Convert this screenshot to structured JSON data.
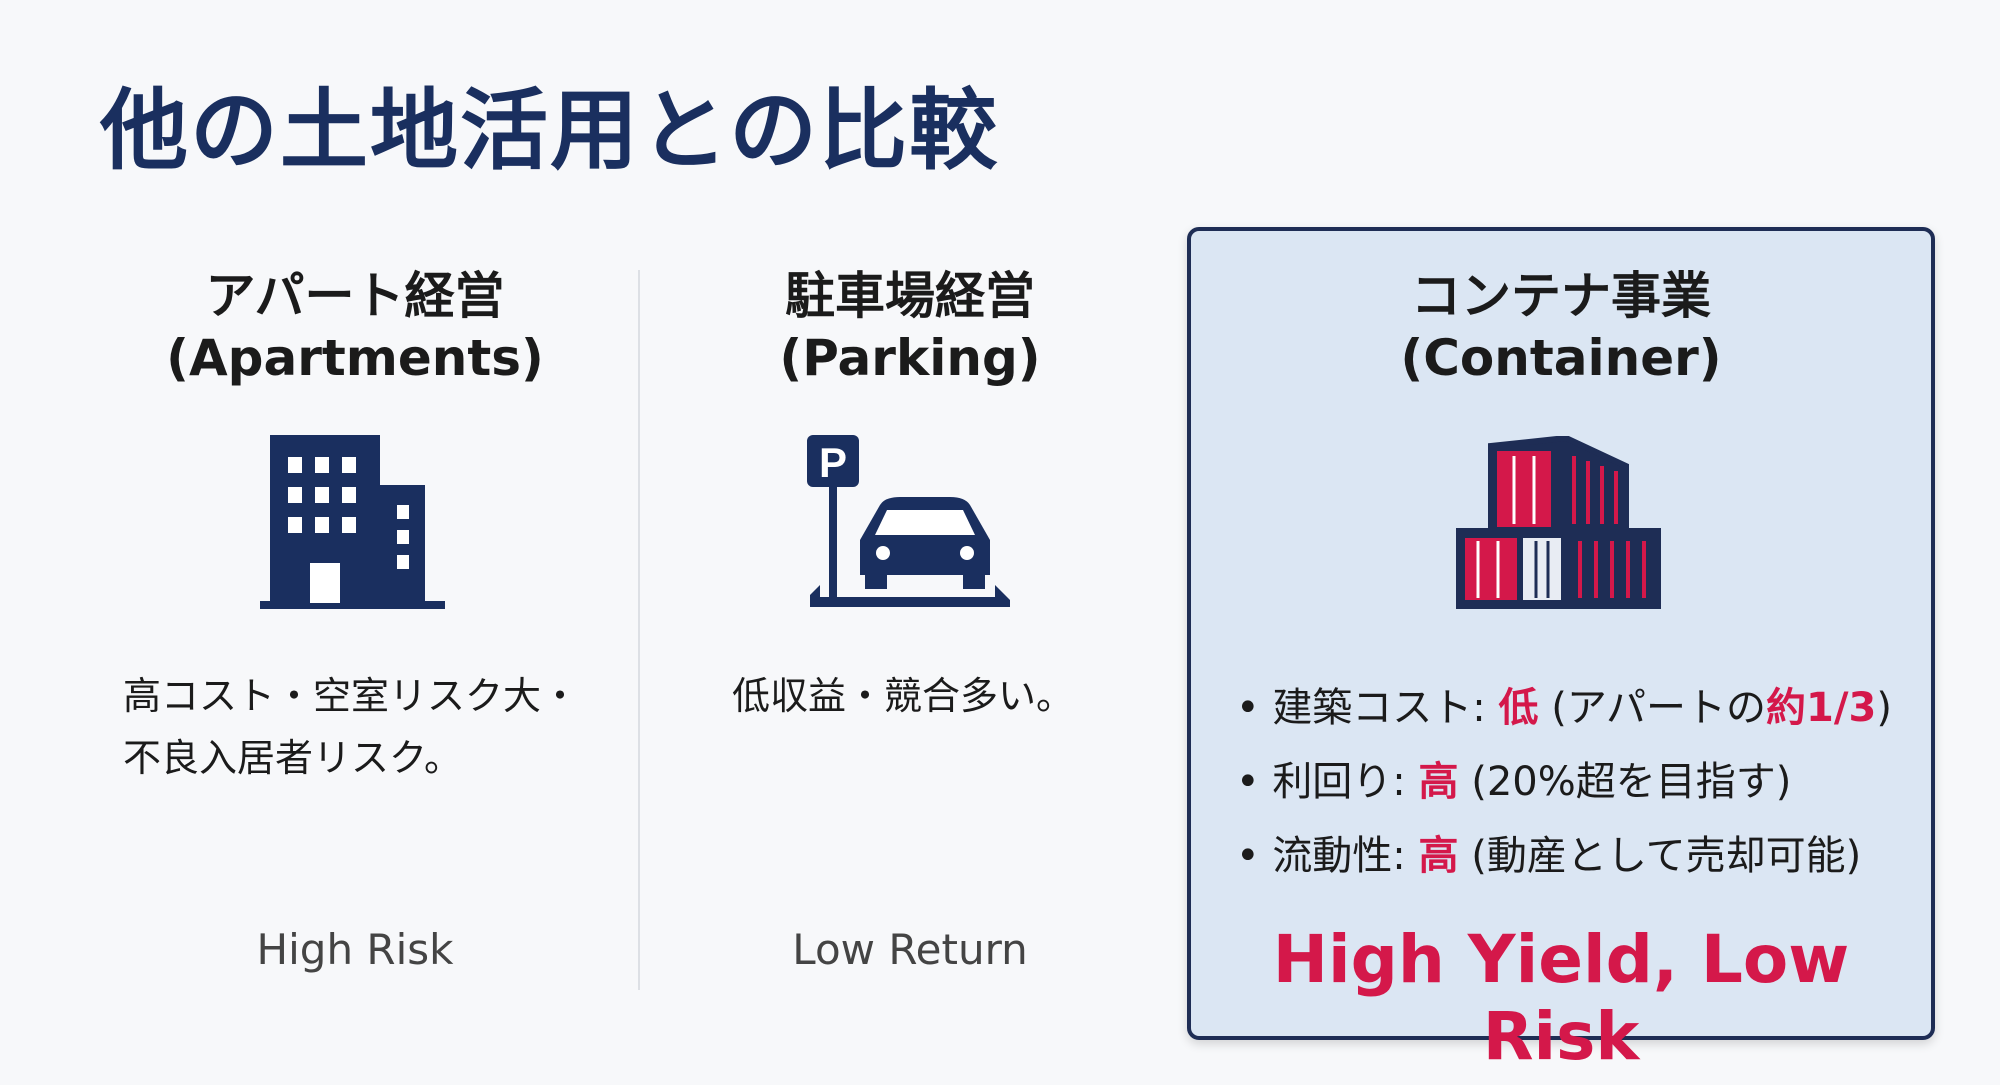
{
  "title": "他の土地活用との比較",
  "columns": [
    {
      "heading_ja": "アパート経営",
      "heading_en": "(Apartments)",
      "icon": "building-icon",
      "desc_lines": [
        "高コスト・空室リスク大・",
        "不良入居者リスク。"
      ],
      "footer": "High Risk"
    },
    {
      "heading_ja": "駐車場経営",
      "heading_en": "(Parking)",
      "icon": "parking-car-icon",
      "desc_lines": [
        "低収益・競合多い。"
      ],
      "footer": "Low Return"
    }
  ],
  "highlight": {
    "heading_ja": "コンテナ事業",
    "heading_en": "(Container)",
    "icon": "stacked-containers-icon",
    "bullets": [
      {
        "label": "建築コスト: ",
        "value": "低",
        "note_pre": " (アパートの",
        "note_em": "約1/3",
        "note_post": ")"
      },
      {
        "label": "利回り: ",
        "value": "高",
        "note_pre": " (20%超を目指す)",
        "note_em": "",
        "note_post": ""
      },
      {
        "label": "流動性: ",
        "value": "高",
        "note_pre": " (動産として売却可能)",
        "note_em": "",
        "note_post": ""
      }
    ],
    "tagline": "High Yield, Low Risk"
  },
  "colors": {
    "navy": "#1a2f5f",
    "accent": "#d4184a",
    "box_bg": "#dbe6f3"
  }
}
